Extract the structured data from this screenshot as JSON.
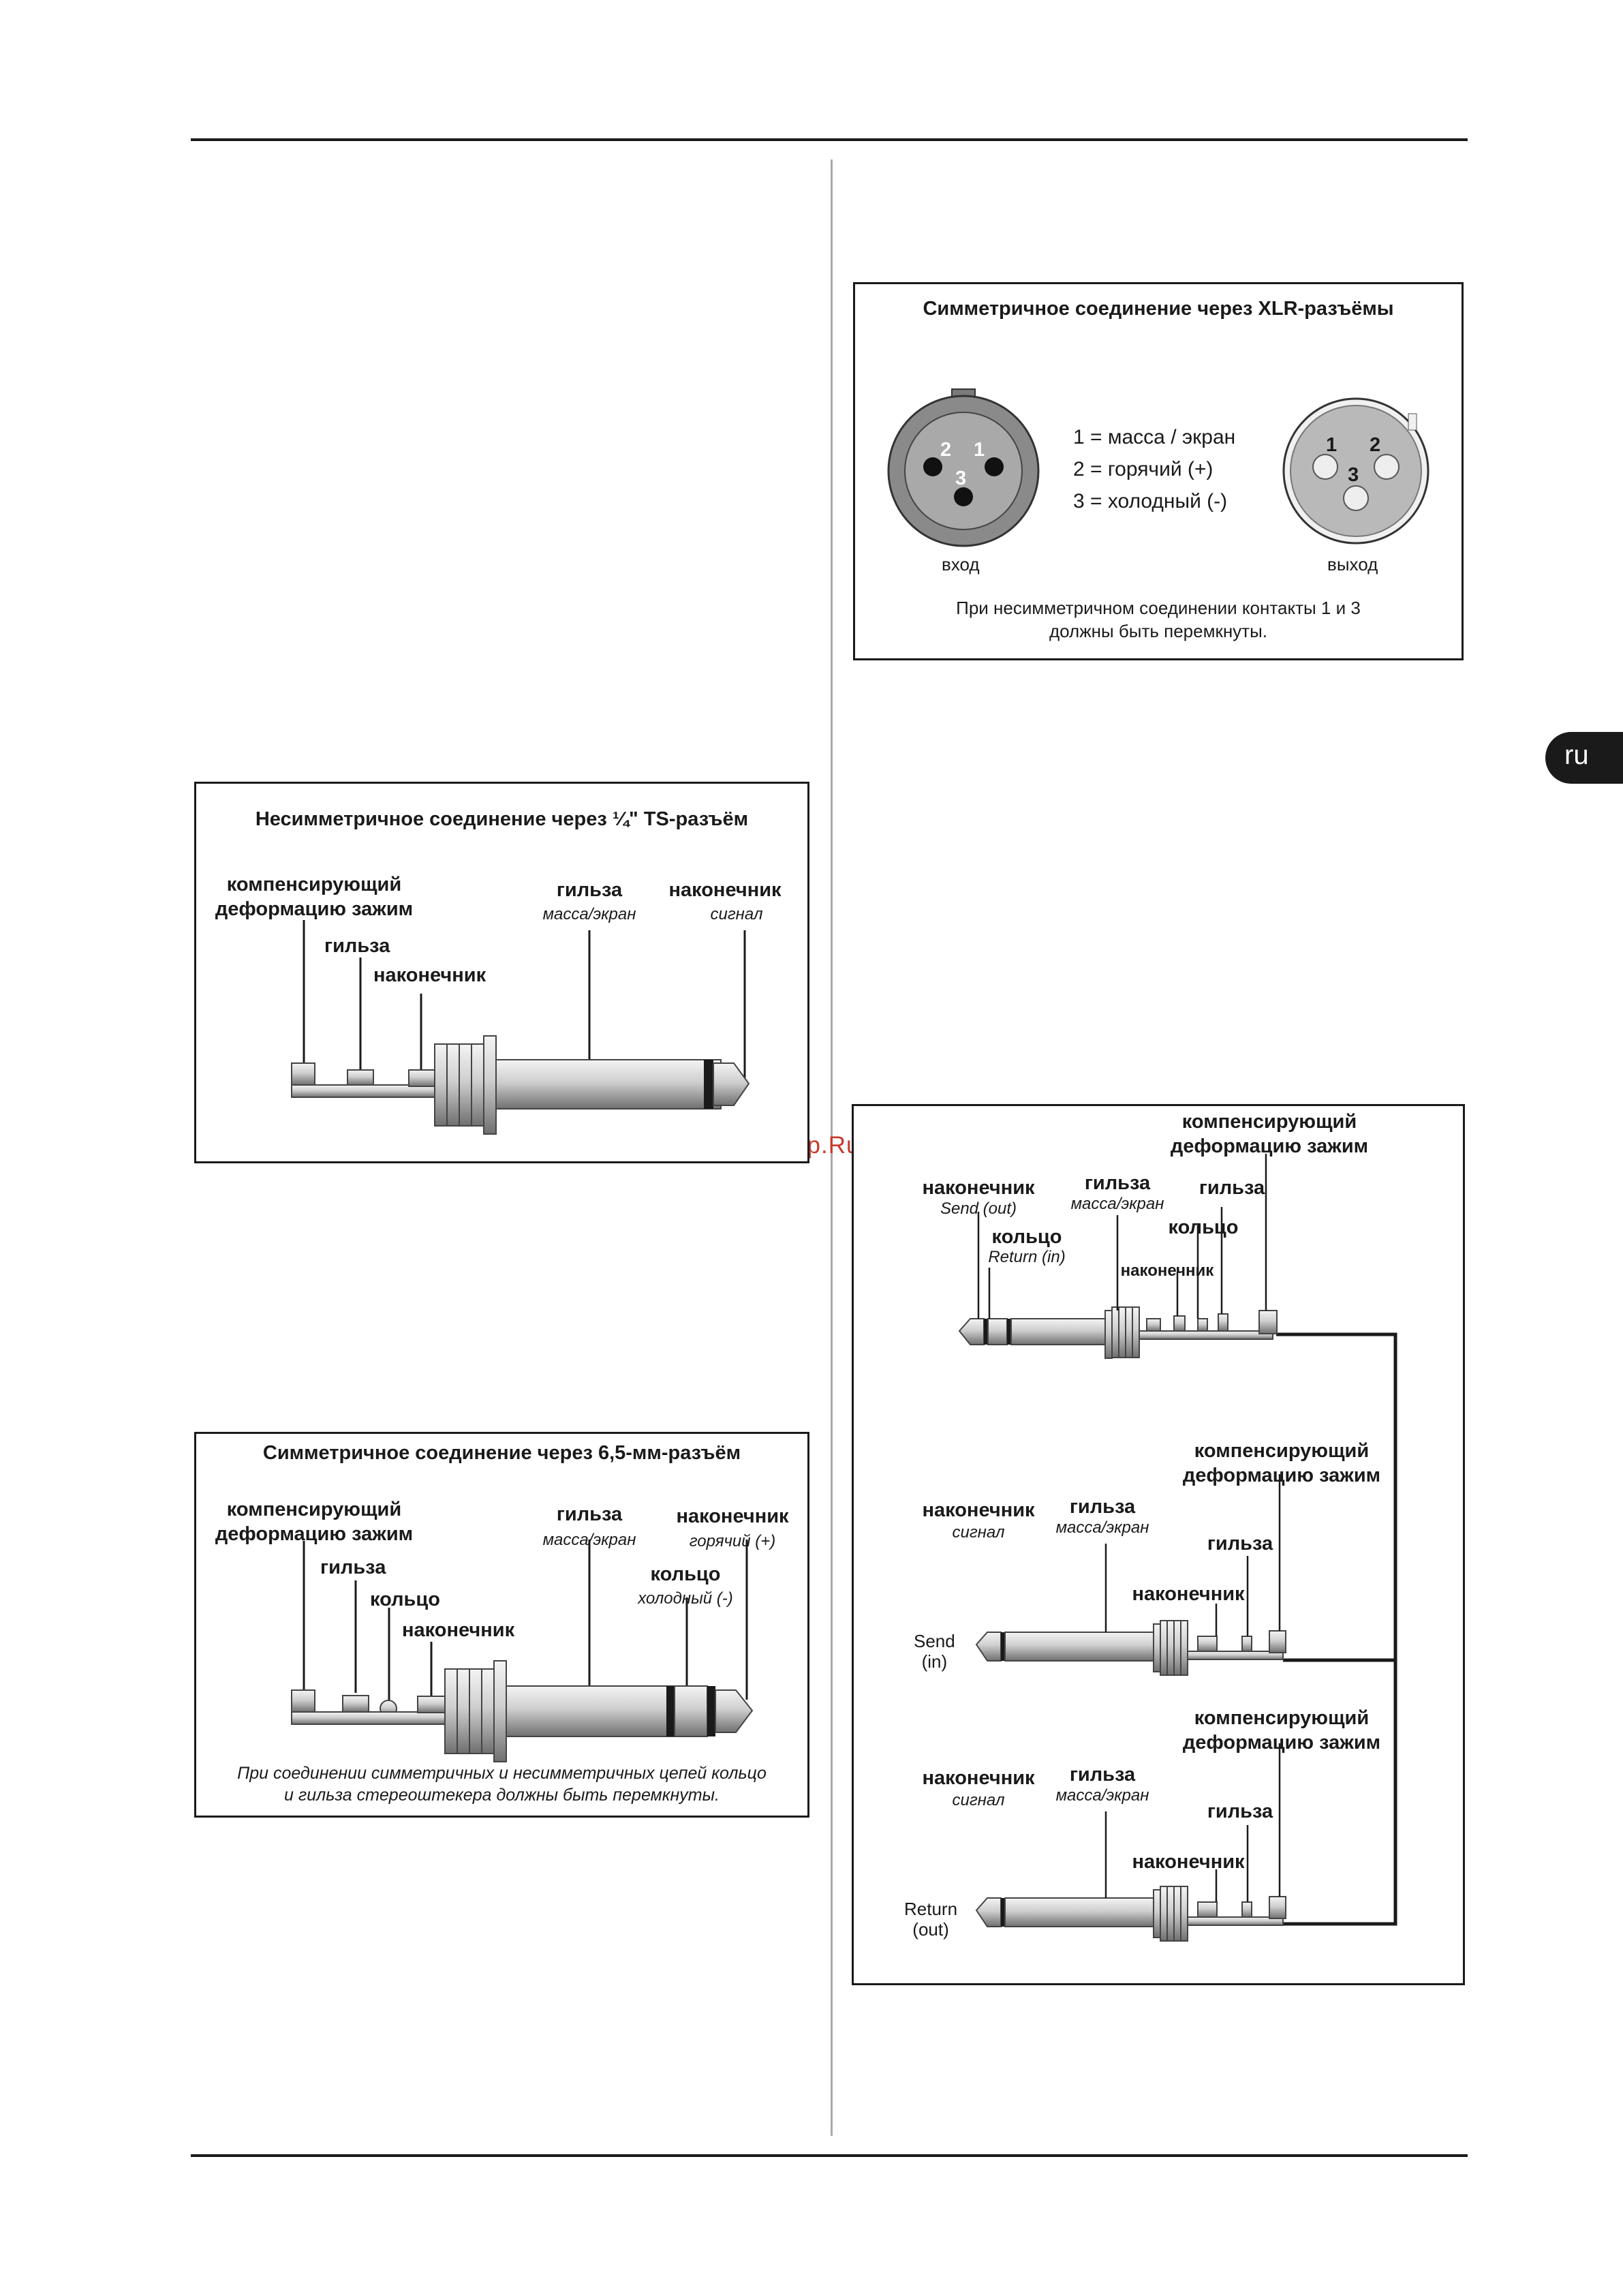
{
  "language_tab": "ru",
  "watermark": "McGrp.Ru",
  "ts_box": {
    "title": "Несимметричное соединение через ¼\" TS-разъём",
    "strain_relief": "компенсирующий\nдеформацию зажим",
    "sleeve_left": "гильза",
    "tip_left": "наконечник",
    "sleeve": "гильза",
    "sleeve_sub": "масса/экран",
    "tip": "наконечник",
    "tip_sub": "сигнал"
  },
  "trs_box": {
    "title": "Симметричное соединение через 6,5-мм-разъём",
    "strain_relief": "компенсирующий\nдеформацию зажим",
    "sleeve_left": "гильза",
    "ring_left": "кольцо",
    "tip_left": "наконечник",
    "sleeve": "гильза",
    "sleeve_sub": "масса/экран",
    "tip": "наконечник",
    "tip_sub": "горячий (+)",
    "ring": "кольцо",
    "ring_sub": "холодный (-)",
    "note": "При соединении симметричных и несимметричных цепей кольцо\nи гильза стереоштекера должны быть перемкнуты."
  },
  "xlr_box": {
    "title": "Симметричное соединение через XLR-разъёмы",
    "pins": [
      "1 = масса / экран",
      "2 = горячий (+)",
      "3 = холодный (-)"
    ],
    "female_pin_labels": [
      "2",
      "1",
      "3"
    ],
    "male_pin_labels": [
      "1",
      "2",
      "3"
    ],
    "input_label": "вход",
    "output_label": "выход",
    "note": "При несимметричном соединении контакты 1 и 3\nдолжны быть перемкнуты."
  },
  "insert_box": {
    "trs": {
      "strain_relief": "компенсирующий\nдеформацию зажим",
      "tip": "наконечник",
      "tip_sub": "Send  (out)",
      "sleeve": "гильза",
      "sleeve_sub": "масса/экран",
      "sleeve_right": "гильза",
      "ring_right": "кольцо",
      "ring": "кольцо",
      "ring_sub": "Return (in)",
      "tip_inner": "наконечник"
    },
    "send": {
      "strain_relief": "компенсирующий\nдеформацию зажим",
      "tip": "наконечник",
      "tip_sub": "сигнал",
      "sleeve": "гильза",
      "sleeve_sub": "масса/экран",
      "sleeve_right": "гильза",
      "tip_right": "наконечник",
      "side_label": "Send\n(in)"
    },
    "return": {
      "strain_relief": "компенсирующий\nдеформацию зажим",
      "tip": "наконечник",
      "tip_sub": "сигнал",
      "sleeve": "гильза",
      "sleeve_sub": "масса/экран",
      "sleeve_right": "гильза",
      "tip_right": "наконечник",
      "side_label": "Return\n(out)"
    }
  }
}
